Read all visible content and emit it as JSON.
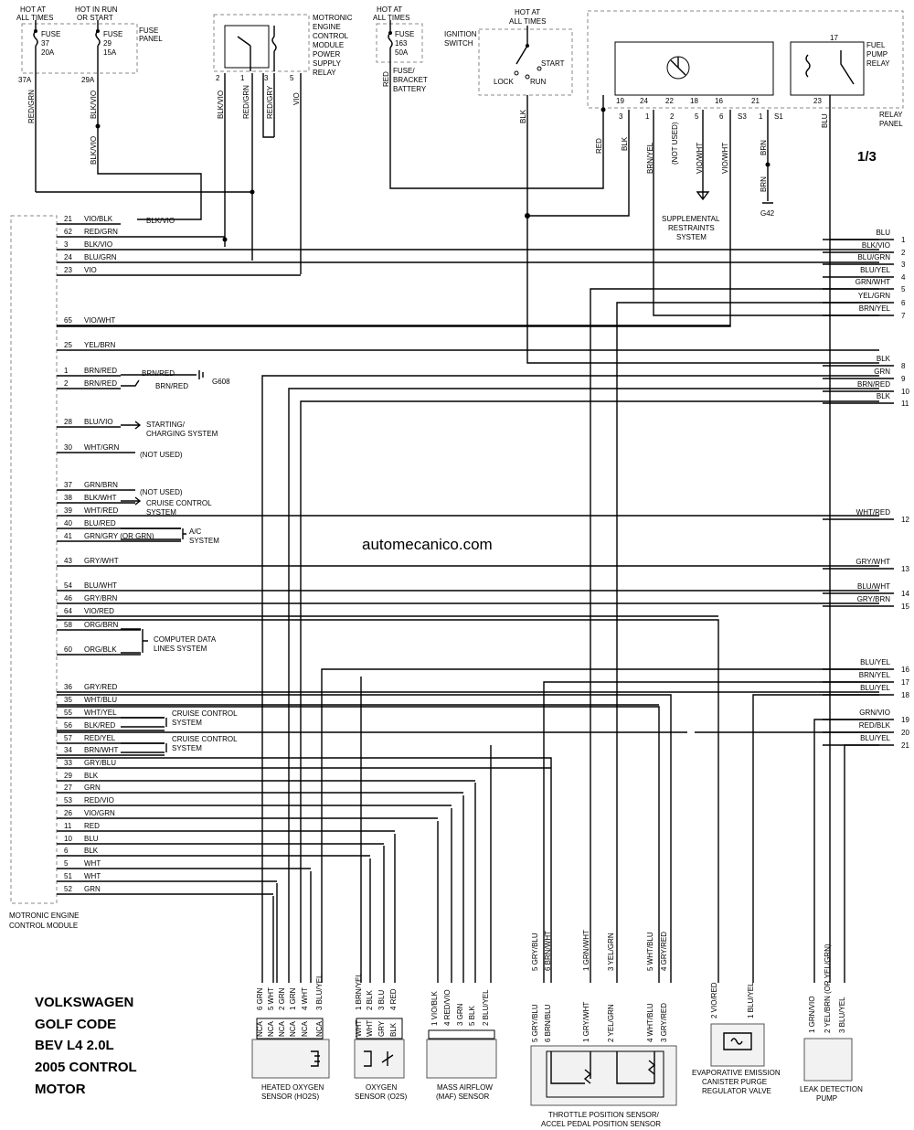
{
  "page_label": "1/3",
  "watermark": "automecanico.com",
  "title_lines": [
    "VOLKSWAGEN",
    "GOLF CODE",
    "BEV L4 2.0L",
    "2005 CONTROL",
    "MOTOR"
  ],
  "ecm_label": [
    "MOTRONIC ENGINE",
    "CONTROL MODULE"
  ],
  "top": {
    "hot_all": [
      "HOT AT",
      "ALL TIMES"
    ],
    "hot_run": [
      "HOT IN RUN",
      "OR START"
    ],
    "fuse37": [
      "FUSE",
      "37",
      "20A"
    ],
    "fuse29": [
      "FUSE",
      "29",
      "15A"
    ],
    "fuse_panel": [
      "FUSE",
      "PANEL"
    ],
    "wire37a": "37A",
    "wire29a": "29A",
    "redgrn": "RED/GRN",
    "blkvio": "BLK/VIO",
    "relay_label": [
      "MOTRONIC",
      "ENGINE",
      "CONTROL",
      "MODULE",
      "POWER",
      "SUPPLY",
      "RELAY"
    ],
    "relay_pins": [
      "2",
      "1",
      "3",
      "5"
    ],
    "relay_wires": [
      "BLK/VIO",
      "RED/GRN",
      "RED/GRY",
      "VIO"
    ],
    "hot_all2": [
      "HOT AT",
      "ALL TIMES"
    ],
    "fuse163": [
      "FUSE",
      "163",
      "50A"
    ],
    "fuse_bracket": [
      "FUSE/",
      "BRACKET",
      "BATTERY"
    ],
    "red": "RED",
    "hot_all3": [
      "HOT AT",
      "ALL TIMES"
    ],
    "ign_switch": [
      "IGNITION",
      "SWITCH"
    ],
    "ign_pos": [
      "LOCK",
      "START",
      "RUN"
    ],
    "blk": "BLK",
    "fuel_pump_relay": [
      "FUEL",
      "PUMP",
      "RELAY"
    ],
    "relay_panel": [
      "RELAY",
      "PANEL"
    ],
    "rp_pins_top": [
      "19",
      "24",
      "22",
      "18",
      "16",
      "21",
      "23",
      "17"
    ],
    "rp_pins_bot": [
      "3",
      "1",
      "2",
      "5",
      "6",
      "S3",
      "1",
      "S1"
    ],
    "rp_wires": [
      "RED",
      "BLK",
      "BRN/YEL",
      "(NOT USED)",
      "VIO/WHT",
      "VIO/WHT",
      "BRN",
      "BLU"
    ],
    "brn2": "BRN",
    "g42": "G42",
    "supp": [
      "SUPPLEMENTAL",
      "RESTRAINTS",
      "SYSTEM"
    ]
  },
  "ecm_pins": [
    {
      "pin": "21",
      "wire": "VIO/BLK"
    },
    {
      "pin": "62",
      "wire": "RED/GRN"
    },
    {
      "pin": "3",
      "wire": "BLK/VIO"
    },
    {
      "pin": "24",
      "wire": "BLU/GRN"
    },
    {
      "pin": "23",
      "wire": "VIO"
    },
    {
      "pin": "65",
      "wire": "VIO/WHT"
    },
    {
      "pin": "25",
      "wire": "YEL/BRN"
    },
    {
      "pin": "1",
      "wire": "BRN/RED"
    },
    {
      "pin": "2",
      "wire": "BRN/RED"
    },
    {
      "pin": "28",
      "wire": "BLU/VIO"
    },
    {
      "pin": "30",
      "wire": "WHT/GRN"
    },
    {
      "pin": "37",
      "wire": "GRN/BRN"
    },
    {
      "pin": "38",
      "wire": "BLK/WHT"
    },
    {
      "pin": "39",
      "wire": "WHT/RED"
    },
    {
      "pin": "40",
      "wire": "BLU/RED"
    },
    {
      "pin": "41",
      "wire": "GRN/GRY (OR GRN)"
    },
    {
      "pin": "43",
      "wire": "GRY/WHT"
    },
    {
      "pin": "54",
      "wire": "BLU/WHT"
    },
    {
      "pin": "46",
      "wire": "GRY/BRN"
    },
    {
      "pin": "64",
      "wire": "VIO/RED"
    },
    {
      "pin": "58",
      "wire": "ORG/BRN"
    },
    {
      "pin": "60",
      "wire": "ORG/BLK"
    },
    {
      "pin": "36",
      "wire": "GRY/RED"
    },
    {
      "pin": "35",
      "wire": "WHT/BLU"
    },
    {
      "pin": "55",
      "wire": "WHT/YEL"
    },
    {
      "pin": "56",
      "wire": "BLK/RED"
    },
    {
      "pin": "57",
      "wire": "RED/YEL"
    },
    {
      "pin": "34",
      "wire": "BRN/WHT"
    },
    {
      "pin": "33",
      "wire": "GRY/BLU"
    },
    {
      "pin": "29",
      "wire": "BLK"
    },
    {
      "pin": "27",
      "wire": "GRN"
    },
    {
      "pin": "53",
      "wire": "RED/VIO"
    },
    {
      "pin": "26",
      "wire": "VIO/GRN"
    },
    {
      "pin": "11",
      "wire": "RED"
    },
    {
      "pin": "10",
      "wire": "BLU"
    },
    {
      "pin": "6",
      "wire": "BLK"
    },
    {
      "pin": "5",
      "wire": "WHT"
    },
    {
      "pin": "51",
      "wire": "WHT"
    },
    {
      "pin": "52",
      "wire": "GRN"
    }
  ],
  "side_labels": {
    "blkvio_splice": "BLK/VIO",
    "brnred_a": "BRN/RED",
    "brnred_b": "BRN/RED",
    "g608": "G608",
    "starting": [
      "STARTING/",
      "CHARGING SYSTEM"
    ],
    "not_used1": "(NOT USED)",
    "not_used2": "(NOT USED)",
    "cruise1": [
      "CRUISE CONTROL",
      "SYSTEM"
    ],
    "ac": [
      "A/C",
      "SYSTEM"
    ],
    "data_lines": [
      "COMPUTER DATA",
      "LINES SYSTEM"
    ],
    "cruise2": [
      "CRUISE CONTROL",
      "SYSTEM"
    ],
    "cruise3": [
      "CRUISE CONTROL",
      "SYSTEM"
    ]
  },
  "right_refs": [
    {
      "n": "1",
      "wire": "BLU"
    },
    {
      "n": "2",
      "wire": "BLK/VIO"
    },
    {
      "n": "3",
      "wire": "BLU/GRN"
    },
    {
      "n": "4",
      "wire": "BLU/YEL"
    },
    {
      "n": "5",
      "wire": "GRN/WHT"
    },
    {
      "n": "6",
      "wire": "YEL/GRN"
    },
    {
      "n": "7",
      "wire": "BRN/YEL"
    },
    {
      "n": "8",
      "wire": "BLK"
    },
    {
      "n": "9",
      "wire": "GRN"
    },
    {
      "n": "10",
      "wire": "BRN/RED"
    },
    {
      "n": "11",
      "wire": "BLK"
    },
    {
      "n": "12",
      "wire": "WHT/RED"
    },
    {
      "n": "13",
      "wire": "GRY/WHT"
    },
    {
      "n": "14",
      "wire": "BLU/WHT"
    },
    {
      "n": "15",
      "wire": "GRY/BRN"
    },
    {
      "n": "16",
      "wire": "BLU/YEL"
    },
    {
      "n": "17",
      "wire": "BRN/YEL"
    },
    {
      "n": "18",
      "wire": "BLU/YEL"
    },
    {
      "n": "19",
      "wire": "GRN/VIO"
    },
    {
      "n": "20",
      "wire": "RED/BLK"
    },
    {
      "n": "21",
      "wire": "BLU/YEL"
    }
  ],
  "components": {
    "ho2s": {
      "label": [
        "HEATED OXYGEN",
        "SENSOR (HO2S)"
      ],
      "pins": [
        "6 GRN",
        "5 WHT",
        "2 GRN",
        "1 GRN",
        "4 WHT",
        "3 BLU/YEL"
      ],
      "nca": [
        "NCA",
        "NCA",
        "NCA",
        "NCA",
        "NCA",
        "NCA"
      ]
    },
    "o2s": {
      "label": [
        "OXYGEN",
        "SENSOR (O2S)"
      ],
      "pins": [
        "1 BRN/YEL",
        "2 BLK",
        "3 BLU",
        "4 RED"
      ],
      "conn": [
        "WHT",
        "WHT",
        "GRY",
        "BLK"
      ]
    },
    "maf": {
      "label": [
        "MASS AIRFLOW",
        "(MAF) SENSOR"
      ],
      "pins": [
        "1 VIO/BLK",
        "4 RED/VIO",
        "3 GRN",
        "5 BLK",
        "2 BLU/YEL"
      ]
    },
    "tps": {
      "label": [
        "THROTTLE POSITION SENSOR/",
        "ACCEL PEDAL POSITION SENSOR"
      ],
      "top_pins": [
        "5 GRY/BLU",
        "6 BRN/WHT",
        "1 GRN/WHT",
        "3 YEL/GRN",
        "5 WHT/BLU",
        "4 GRY/RED"
      ],
      "bot_pins": [
        "5 GRY/BLU",
        "6 BRN/BLU",
        "1 GRY/WHT",
        "2 YEL/GRN",
        "4 WHT/BLU",
        "3 GRY/RED"
      ]
    },
    "evap": {
      "label": [
        "EVAPORATIVE EMISSION",
        "CANISTER PURGE",
        "REGULATOR VALVE"
      ],
      "pins": [
        "2 VIO/RED",
        "1 BLU/YEL"
      ]
    },
    "leak": {
      "label": [
        "LEAK DETECTION",
        "PUMP"
      ],
      "pins": [
        "1 GRN/VIO",
        "2 YEL/BRN (OR YEL/GRN)",
        "3 BLU/YEL"
      ]
    }
  }
}
